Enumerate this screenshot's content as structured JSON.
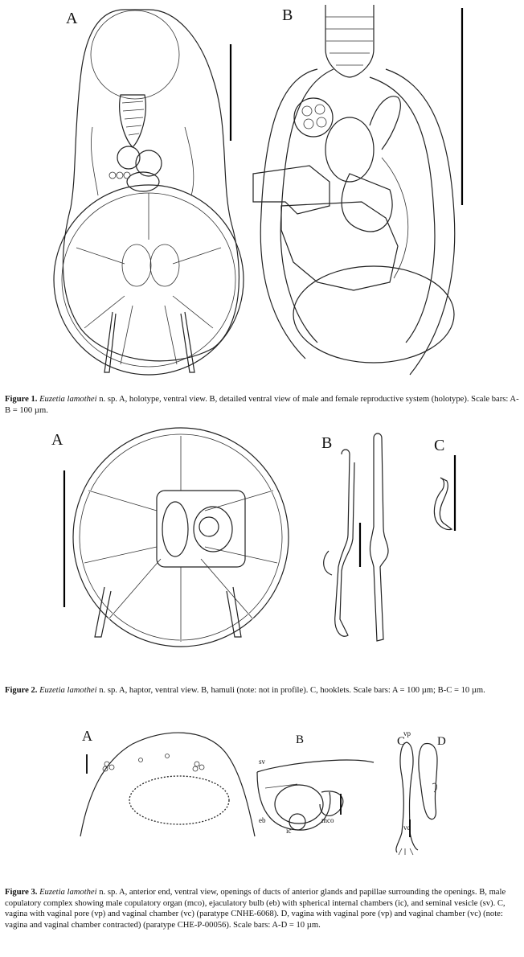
{
  "figure1": {
    "panel_a": "A",
    "panel_b": "B",
    "caption_label": "Figure 1.",
    "caption_species": "Euzetia lamothei",
    "caption_text": " n. sp. A, holotype, ventral view. B, detailed ventral view of male and female reproductive system (holotype). Scale bars: A-B = 100 µm."
  },
  "figure2": {
    "panel_a": "A",
    "panel_b": "B",
    "panel_c": "C",
    "caption_label": "Figure 2.",
    "caption_species": "Euzetia lamothei",
    "caption_text": " n. sp. A, haptor, ventral view. B, hamuli (note: not in profile). C, hooklets. Scale bars: A = 100 µm; B-C = 10 µm."
  },
  "figure3": {
    "panel_a": "A",
    "panel_b": "B",
    "panel_c": "C",
    "panel_d": "D",
    "labels": {
      "sv": "sv",
      "eb": "eb",
      "ic": "ic",
      "mco": "mco",
      "vp": "vp",
      "vc": "vc"
    },
    "caption_label": "Figure 3.",
    "caption_species": "Euzetia lamothei",
    "caption_text": " n. sp. A, anterior end, ventral view, openings of ducts of anterior glands and papillae surrounding the openings. B, male copulatory complex showing male copulatory organ (mco), ejaculatory bulb (eb) with spherical internal chambers (ic), and seminal vesicle (sv). C, vagina with vaginal pore (vp) and vaginal chamber (vc) (paratype CNHE-6068). D, vagina with vaginal pore (vp) and vaginal chamber (vc) (note: vagina and vaginal chamber contracted) (paratype CHE-P-00056). Scale bars: A-D = 10 µm."
  }
}
